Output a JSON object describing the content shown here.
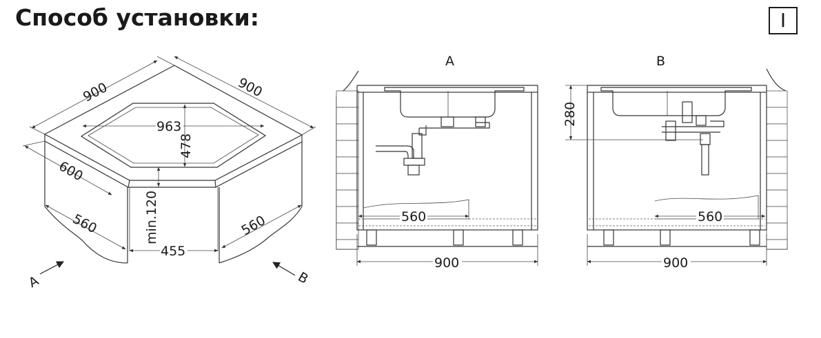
{
  "title": "Способ установки:",
  "badge": "I",
  "iso": {
    "dim_top_left": "900",
    "dim_top_right": "900",
    "dim_bowl": "963",
    "dim_depth": "478",
    "dim_side": "600",
    "dim_leg_left": "560",
    "dim_leg_right": "560",
    "dim_min": "min.120",
    "dim_front": "455",
    "arrow_a": "A",
    "arrow_b": "B"
  },
  "view_a": {
    "label": "A",
    "dim_inner": "560",
    "dim_width": "900"
  },
  "view_b": {
    "label": "B",
    "dim_height": "280",
    "dim_inner": "560",
    "dim_width": "900"
  }
}
